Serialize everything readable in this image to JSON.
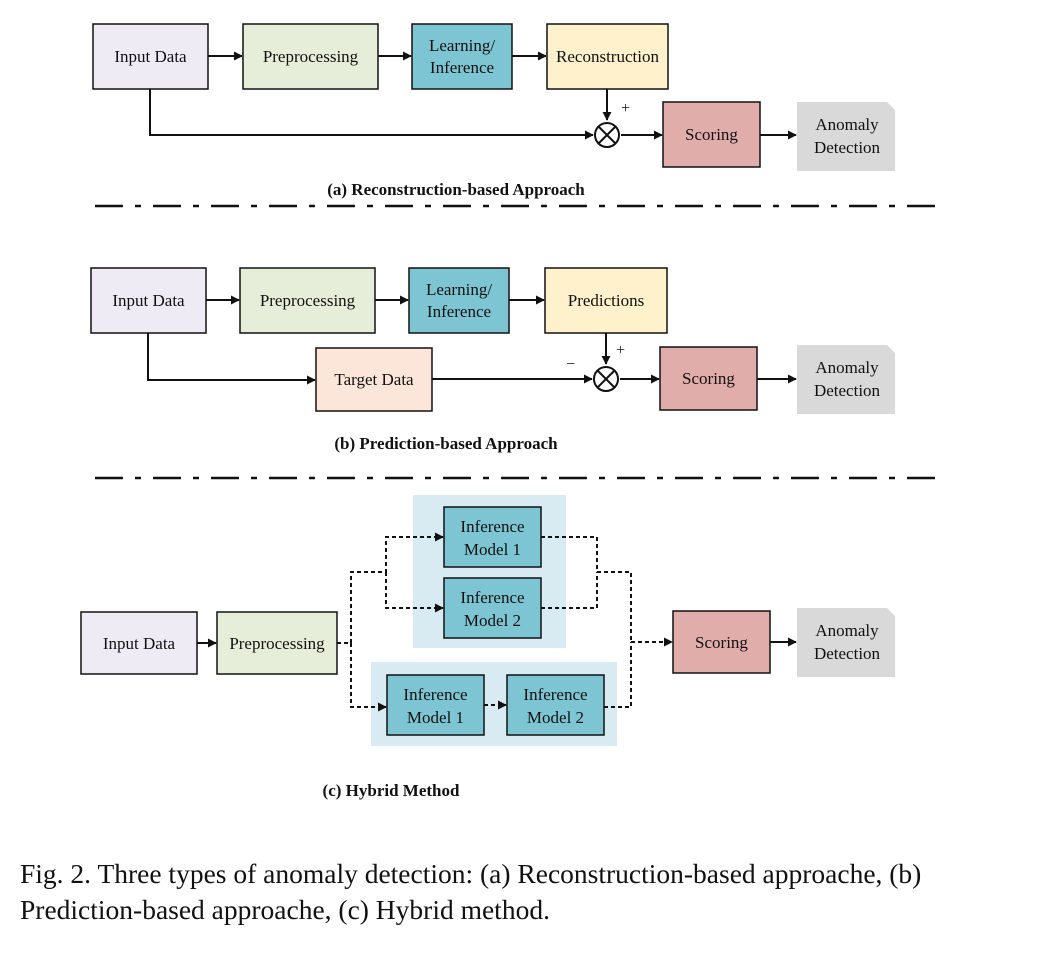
{
  "diagram": {
    "panel_a": {
      "title": "(a) Reconstruction-based Approach",
      "input": "Input Data",
      "preprocessing": "Preprocessing",
      "learning": [
        "Learning/",
        "Inference"
      ],
      "reconstruction": "Reconstruction",
      "plus_sign": "+",
      "scoring": "Scoring",
      "output": [
        "Anomaly",
        "Detection"
      ]
    },
    "panel_b": {
      "title": "(b) Prediction-based Approach",
      "input": "Input Data",
      "preprocessing": "Preprocessing",
      "learning": [
        "Learning/",
        "Inference"
      ],
      "predictions": "Predictions",
      "target": "Target Data",
      "plus_sign": "+",
      "minus_sign": "−",
      "scoring": "Scoring",
      "output": [
        "Anomaly",
        "Detection"
      ]
    },
    "panel_c": {
      "title": "(c) Hybrid Method",
      "input": "Input Data",
      "preprocessing": "Preprocessing",
      "parallel_model_1": [
        "Inference",
        "Model 1"
      ],
      "parallel_model_2": [
        "Inference",
        "Model 2"
      ],
      "serial_model_1": [
        "Inference",
        "Model 1"
      ],
      "serial_model_2": [
        "Inference",
        "Model 2"
      ],
      "scoring": "Scoring",
      "output": [
        "Anomaly",
        "Detection"
      ]
    },
    "colors": {
      "input": "#eeebf5",
      "preprocessing": "#e6eed9",
      "learning": "#7ec5d3",
      "reconstruction": "#fff1cc",
      "target": "#fbe6d9",
      "scoring": "#e0adab",
      "output": "#d9d9d9",
      "group_background": "#d8ebf2"
    }
  },
  "caption": "Fig. 2.  Three types of anomaly detection: (a) Reconstruction-based approache, (b) Prediction-based approache, (c) Hybrid method."
}
